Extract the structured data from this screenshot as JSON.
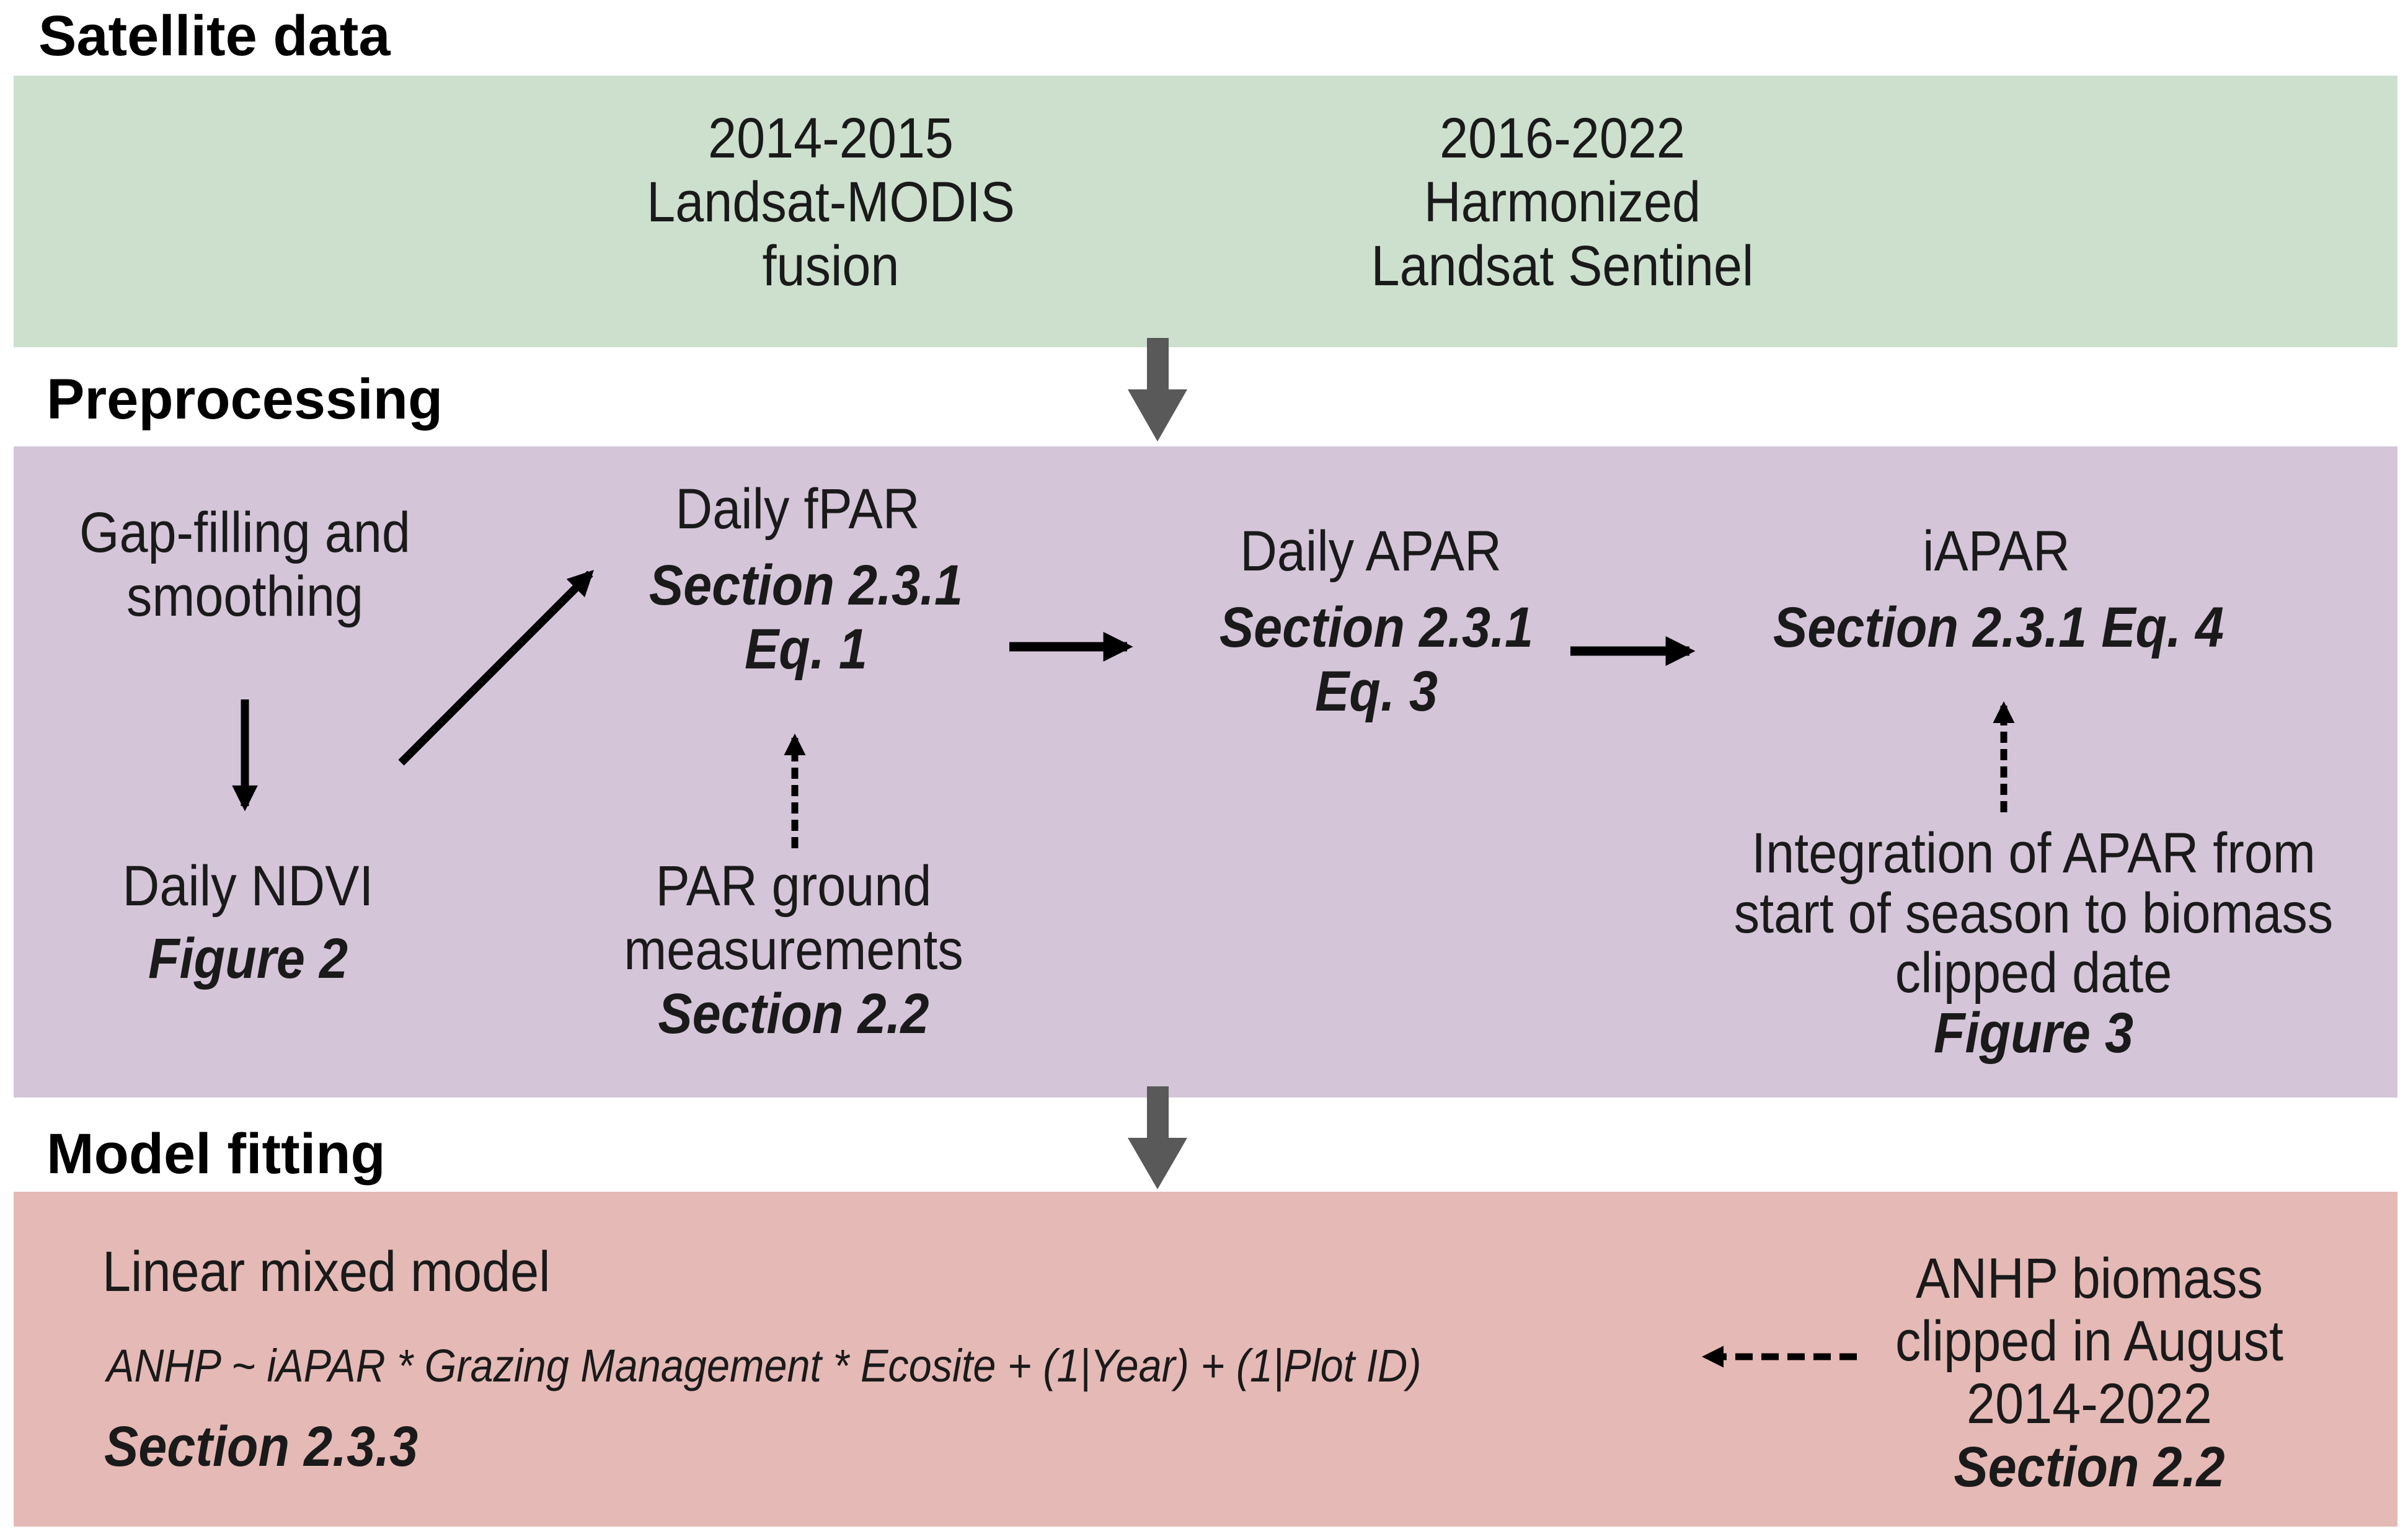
{
  "sections": {
    "satellite": {
      "heading": "Satellite data",
      "col1": {
        "line1": "2014-2015",
        "line2": "Landsat-MODIS",
        "line3": "fusion"
      },
      "col2": {
        "line1": "2016-2022",
        "line2": "Harmonized",
        "line3": "Landsat Sentinel"
      }
    },
    "preprocessing": {
      "heading": "Preprocessing",
      "gap": {
        "line1": "Gap-filling and",
        "line2": "smoothing"
      },
      "ndvi": {
        "title": "Daily NDVI",
        "ref": "Figure 2"
      },
      "fpar": {
        "title": "Daily fPAR",
        "ref1": "Section 2.3.1",
        "ref2": "Eq. 1"
      },
      "par": {
        "line1": "PAR ground",
        "line2": "measurements",
        "ref": "Section 2.2"
      },
      "apar": {
        "title": "Daily APAR",
        "ref1": "Section 2.3.1",
        "ref2": "Eq. 3"
      },
      "iapar": {
        "title": "iAPAR",
        "ref": "Section 2.3.1 Eq. 4"
      },
      "integration": {
        "line1": "Integration of APAR from",
        "line2": "start of season to biomass",
        "line3": "clipped date",
        "ref": "Figure 3"
      }
    },
    "model": {
      "heading": "Model fitting",
      "title": "Linear mixed model",
      "formula": "ANHP ~ iAPAR * Grazing Management * Ecosite + (1|Year) + (1|Plot ID)",
      "ref": "Section 2.3.3",
      "biomass": {
        "line1": "ANHP biomass",
        "line2": "clipped in August",
        "line3": "2014-2022",
        "ref": "Section 2.2"
      }
    }
  },
  "colors": {
    "satellite_bg": "#cce0cd",
    "preprocessing_bg": "#d4c5d8",
    "model_bg": "#e5b9b5",
    "block_arrow": "#595959",
    "arrow": "#000000"
  }
}
